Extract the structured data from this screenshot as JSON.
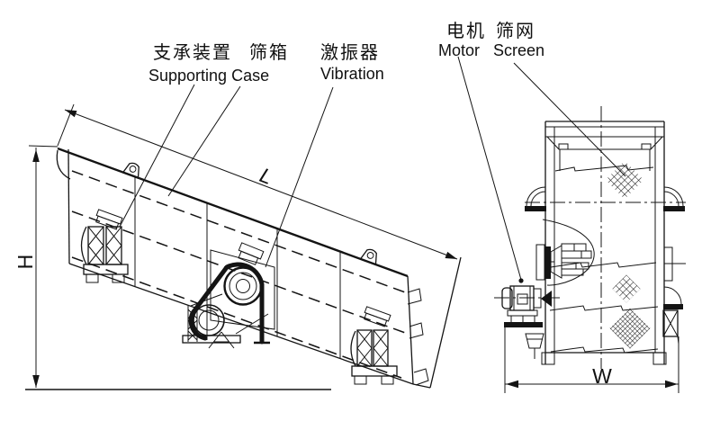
{
  "colors": {
    "background": "#ffffff",
    "line": "#141414"
  },
  "side_view": {
    "labels": {
      "supporting_zh": "支承装置",
      "case_zh": "筛箱",
      "supporting_case_en": "Supporting Case",
      "vibrator_zh": "激振器",
      "vibrator_en": "Vibration"
    },
    "dims": {
      "length": "L",
      "height": "H"
    }
  },
  "end_view": {
    "labels": {
      "motor_zh": "电机",
      "motor_en": "Motor",
      "screen_zh": "筛网",
      "screen_en": "Screen"
    },
    "dims": {
      "width": "W"
    }
  }
}
